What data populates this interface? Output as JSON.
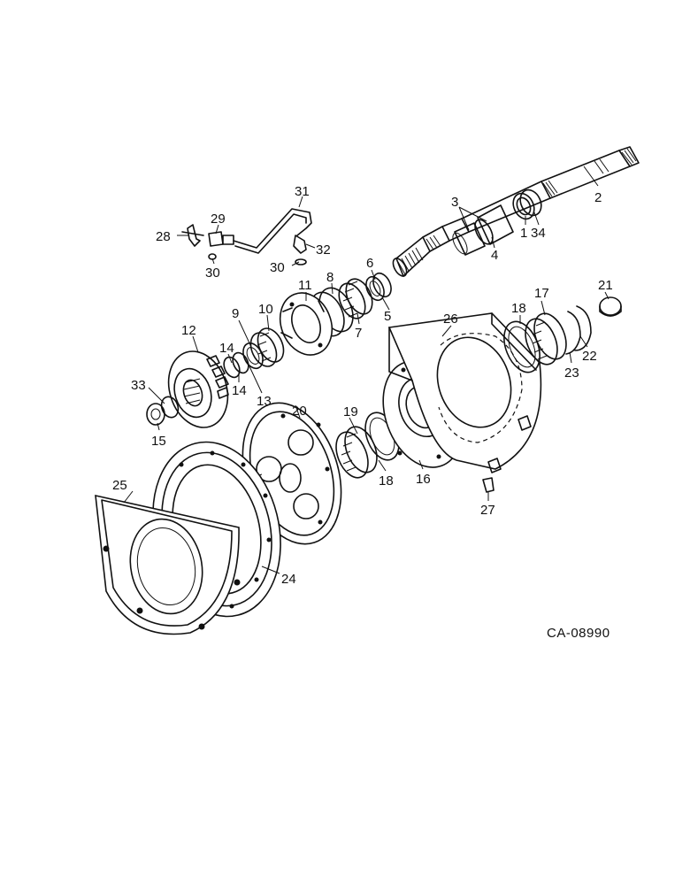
{
  "diagram": {
    "drawing_code": "CA-08990",
    "callouts": [
      {
        "id": "c-1",
        "text": "1"
      },
      {
        "id": "c-2",
        "text": "2"
      },
      {
        "id": "c-3",
        "text": "3"
      },
      {
        "id": "c-4",
        "text": "4"
      },
      {
        "id": "c-5",
        "text": "5"
      },
      {
        "id": "c-6",
        "text": "6"
      },
      {
        "id": "c-7",
        "text": "7"
      },
      {
        "id": "c-8",
        "text": "8"
      },
      {
        "id": "c-9",
        "text": "9"
      },
      {
        "id": "c-10",
        "text": "10"
      },
      {
        "id": "c-11",
        "text": "11"
      },
      {
        "id": "c-12",
        "text": "12"
      },
      {
        "id": "c-13",
        "text": "13"
      },
      {
        "id": "c-14a",
        "text": "14"
      },
      {
        "id": "c-14b",
        "text": "14"
      },
      {
        "id": "c-15",
        "text": "15"
      },
      {
        "id": "c-16",
        "text": "16"
      },
      {
        "id": "c-17",
        "text": "17"
      },
      {
        "id": "c-18a",
        "text": "18"
      },
      {
        "id": "c-18b",
        "text": "18"
      },
      {
        "id": "c-19",
        "text": "19"
      },
      {
        "id": "c-20",
        "text": "20"
      },
      {
        "id": "c-21",
        "text": "21"
      },
      {
        "id": "c-22",
        "text": "22"
      },
      {
        "id": "c-23",
        "text": "23"
      },
      {
        "id": "c-24",
        "text": "24"
      },
      {
        "id": "c-25",
        "text": "25"
      },
      {
        "id": "c-26",
        "text": "26"
      },
      {
        "id": "c-27",
        "text": "27"
      },
      {
        "id": "c-28",
        "text": "28"
      },
      {
        "id": "c-29",
        "text": "29"
      },
      {
        "id": "c-30a",
        "text": "30"
      },
      {
        "id": "c-30b",
        "text": "30"
      },
      {
        "id": "c-31",
        "text": "31"
      },
      {
        "id": "c-32",
        "text": "32"
      },
      {
        "id": "c-33",
        "text": "33"
      },
      {
        "id": "c-34",
        "text": "34"
      }
    ]
  }
}
